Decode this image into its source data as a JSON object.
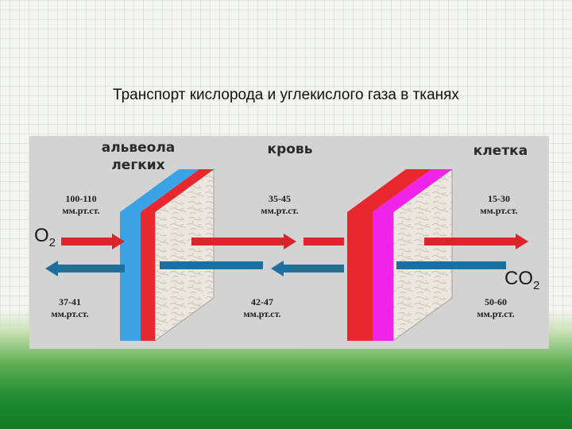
{
  "title": "Транспорт кислорода и углекислого газа в тканях",
  "diagram": {
    "headers": {
      "alveola": "альвеола",
      "lungs": "легких",
      "blood": "кровь",
      "cell": "клетка"
    },
    "gases": {
      "o2_base": "O",
      "o2_sub": "2",
      "co2_base": "CO",
      "co2_sub": "2"
    },
    "pressures": {
      "alveola_o2_value": "100-110",
      "alveola_o2_unit": "мм.рт.ст.",
      "blood_o2_value": "35-45",
      "blood_o2_unit": "мм.рт.ст.",
      "cell_o2_value": "15-30",
      "cell_o2_unit": "мм.рт.ст.",
      "alveola_co2_value": "37-41",
      "alveola_co2_unit": "мм.рт.ст.",
      "blood_co2_value": "42-47",
      "blood_co2_unit": "мм.рт.ст.",
      "cell_co2_value": "50-60",
      "cell_co2_unit": "мм.рт.ст."
    },
    "colors": {
      "o2_arrow": "#d8262b",
      "co2_arrow": "#1f6f9e",
      "membrane_blue": "#3aa3e6",
      "membrane_red": "#e8282e",
      "membrane_magenta": "#f023e8",
      "stone": "#ebe6df"
    }
  }
}
